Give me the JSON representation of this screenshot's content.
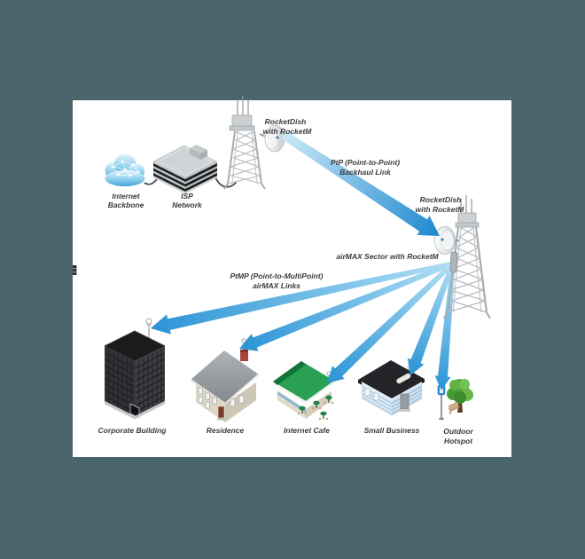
{
  "scene": {
    "background_color": "#4b656d",
    "panel_color": "#ffffff",
    "beam_blue_dark": "#2a93d5",
    "beam_blue_light": "#b2e0f5",
    "ptp_blue_dark": "#1e88cd",
    "cloud_blue": "#45a3d8",
    "cafe_roof_green": "#2aa053",
    "label_color": "#3b3b3d"
  },
  "labels": {
    "internet_backbone": {
      "line1": "Internet",
      "line2": "Backbone"
    },
    "isp_network": {
      "line1": "ISP",
      "line2": "Network"
    },
    "rocketdish_left": {
      "line1": "RocketDish",
      "line2": "with RocketM"
    },
    "ptp_backhaul": {
      "line1": "PtP (Point-to-Point)",
      "line2": "Backhaul Link"
    },
    "rocketdish_right": {
      "line1": "RocketDish",
      "line2": "with RocketM"
    },
    "airmax_sector": {
      "text": "airMAX Sector with RocketM"
    },
    "ptmp_links": {
      "line1": "PtMP (Point-to-MultiPoint)",
      "line2": "airMAX Links"
    },
    "corporate_building": {
      "text": "Corporate Building"
    },
    "residence": {
      "text": "Residence"
    },
    "internet_cafe": {
      "text": "Internet Cafe"
    },
    "small_business": {
      "text": "Small Business"
    },
    "outdoor_hotspot": {
      "line1": "Outdoor",
      "line2": "Hotspot"
    }
  }
}
